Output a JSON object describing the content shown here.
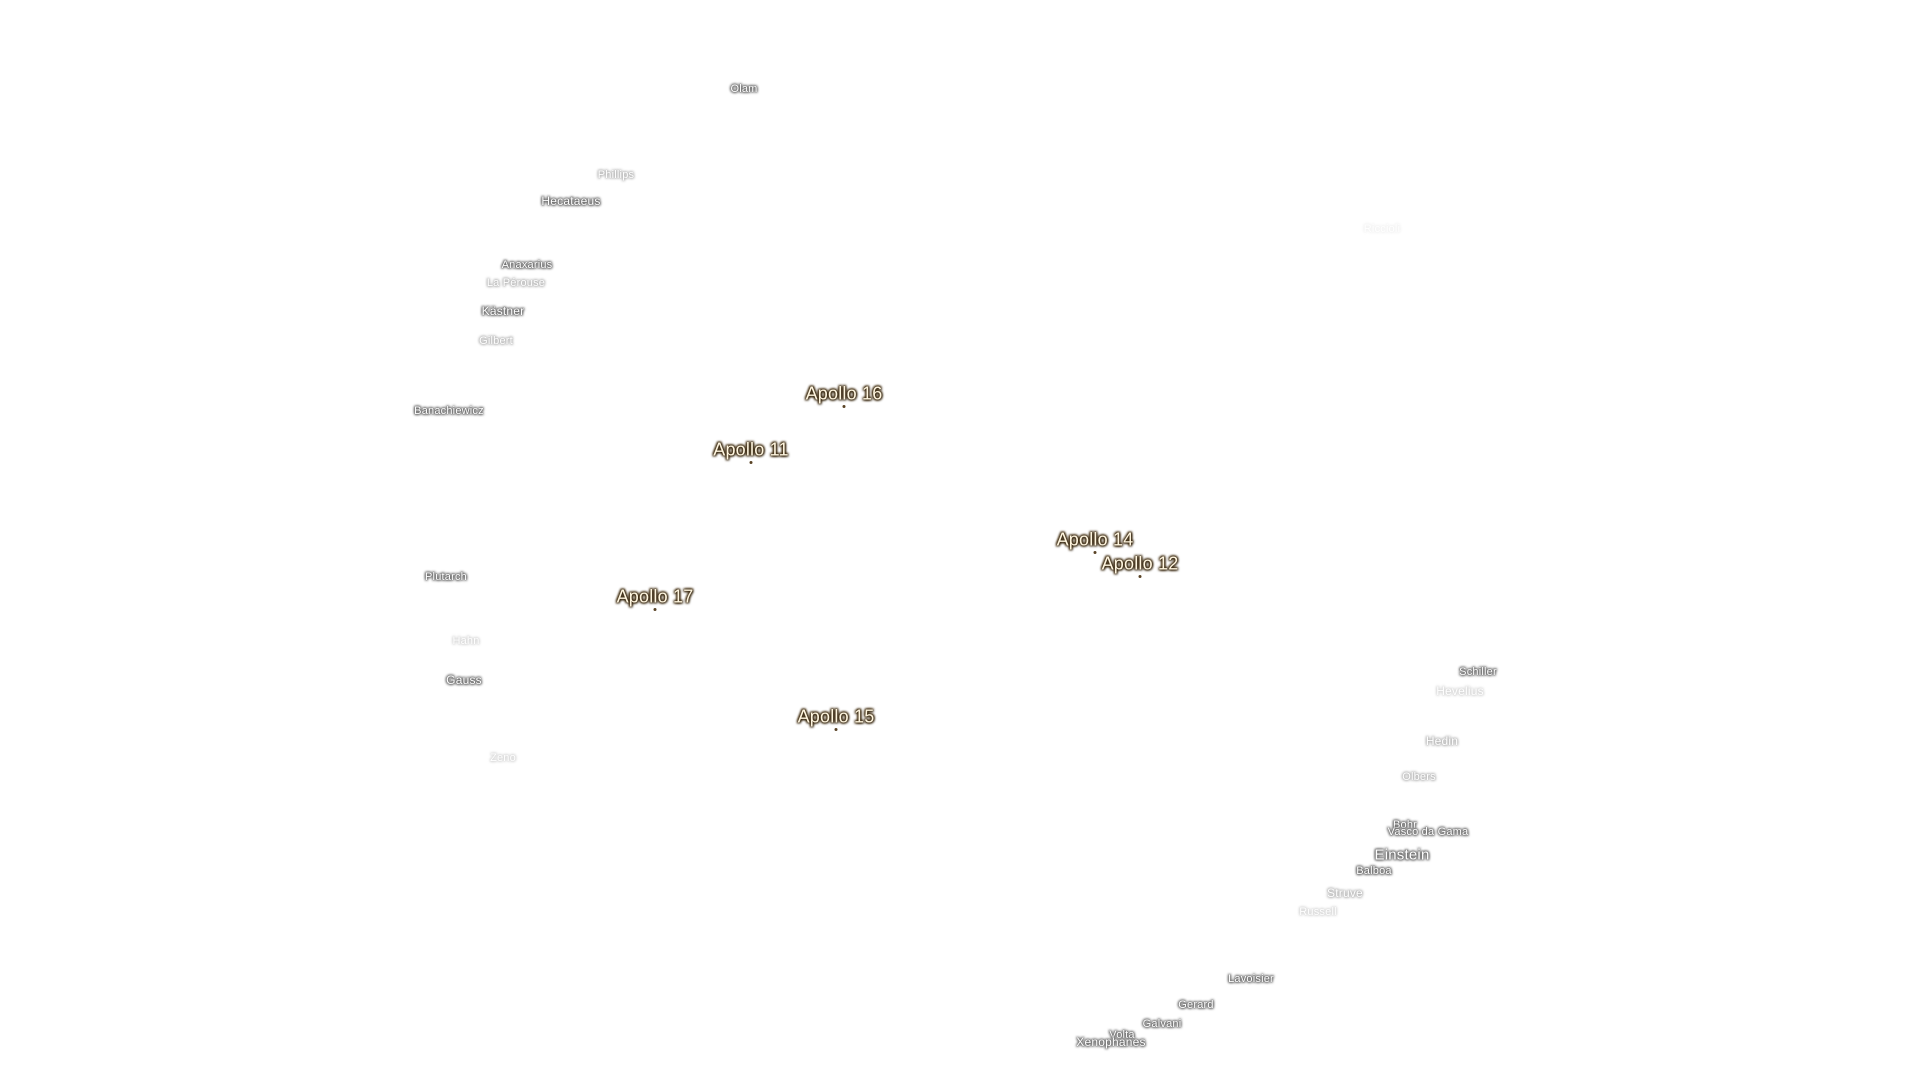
{
  "map": {
    "craters": [
      {
        "name": "Olam",
        "style": "small"
      },
      {
        "name": "Phillips",
        "style": "small faint"
      },
      {
        "name": "Hecataeus",
        "style": ""
      },
      {
        "name": "Anaxarius",
        "style": "small"
      },
      {
        "name": "La Pérouse",
        "style": "small faint"
      },
      {
        "name": "Kästner",
        "style": ""
      },
      {
        "name": "Gilbert",
        "style": "small faint"
      },
      {
        "name": "Banachiewicz",
        "style": "small"
      },
      {
        "name": "Plutarch",
        "style": "small"
      },
      {
        "name": "Hahn",
        "style": "small faint2"
      },
      {
        "name": "Gauss",
        "style": ""
      },
      {
        "name": "Zeno",
        "style": "small faint2"
      },
      {
        "name": "Riccioli",
        "style": "small ghost"
      },
      {
        "name": "Schiller",
        "style": "small"
      },
      {
        "name": "Hevelius",
        "style": "faint2"
      },
      {
        "name": "Hedin",
        "style": "faint"
      },
      {
        "name": "Olbers",
        "style": "small faint"
      },
      {
        "name": "Bohr",
        "style": "small"
      },
      {
        "name": "Vasco da Gama",
        "style": "small"
      },
      {
        "name": "Einstein",
        "style": "big"
      },
      {
        "name": "Balboa",
        "style": "small"
      },
      {
        "name": "Struve",
        "style": "faint"
      },
      {
        "name": "Russell",
        "style": "small faint2"
      },
      {
        "name": "Lavoisier",
        "style": "small"
      },
      {
        "name": "Gerard",
        "style": "small"
      },
      {
        "name": "Galvani",
        "style": "small"
      },
      {
        "name": "Volta",
        "style": "small"
      },
      {
        "name": "Xenophanes",
        "style": ""
      }
    ],
    "apollo_sites": [
      {
        "name": "Apollo 16"
      },
      {
        "name": "Apollo 11"
      },
      {
        "name": "Apollo 14"
      },
      {
        "name": "Apollo 12"
      },
      {
        "name": "Apollo 17"
      },
      {
        "name": "Apollo 15"
      }
    ]
  }
}
